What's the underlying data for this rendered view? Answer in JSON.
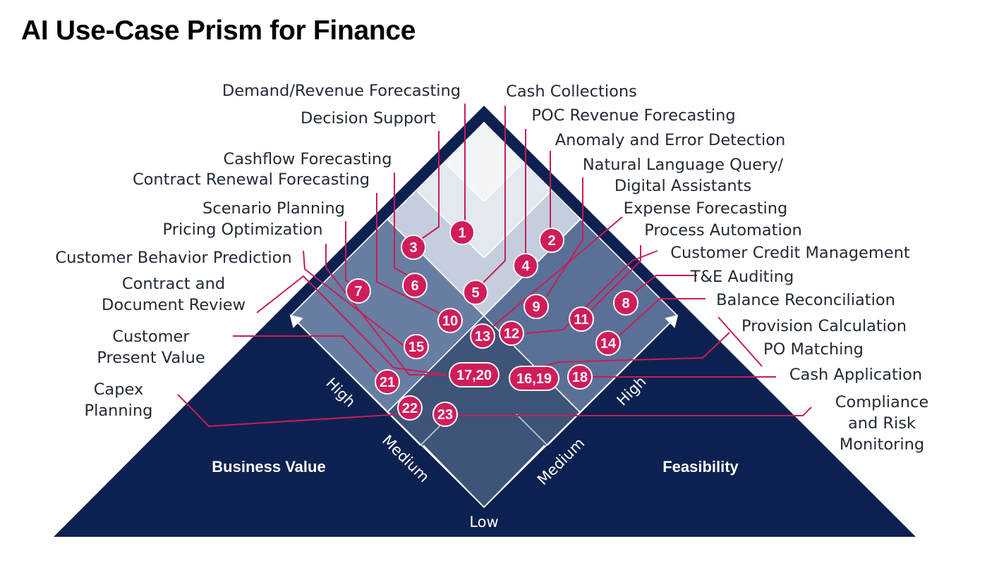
{
  "title": "AI Use-Case Prism for Finance",
  "colors": {
    "navy": "#0d2150",
    "marker": "#d11c5a",
    "leader": "#c81d56"
  },
  "axes": {
    "left_name": "Business Value",
    "right_name": "Feasibility",
    "low": "Low",
    "left_medium": "Medium",
    "left_high": "High",
    "right_medium": "Medium",
    "right_high": "High"
  },
  "use_cases": [
    {
      "id": "1",
      "marker": "1",
      "label": [
        "Demand/Revenue Forecasting"
      ]
    },
    {
      "id": "2",
      "marker": "2",
      "label": [
        "Anomaly and Error Detection"
      ]
    },
    {
      "id": "3",
      "marker": "3",
      "label": [
        "Decision Support"
      ]
    },
    {
      "id": "4",
      "marker": "4",
      "label": [
        "POC Revenue Forecasting"
      ]
    },
    {
      "id": "5",
      "marker": "5",
      "label": [
        "Cash Collections"
      ]
    },
    {
      "id": "6",
      "marker": "6",
      "label": [
        "Cashflow Forecasting"
      ]
    },
    {
      "id": "7",
      "marker": "7",
      "label": [
        "Scenario Planning"
      ]
    },
    {
      "id": "8",
      "marker": "8",
      "label": [
        "T&E Auditing"
      ]
    },
    {
      "id": "9",
      "marker": "9",
      "label": [
        "Natural Language Query/",
        "Digital Assistants"
      ]
    },
    {
      "id": "10",
      "marker": "10",
      "label": [
        "Contract Renewal Forecasting"
      ]
    },
    {
      "id": "11",
      "marker": "11",
      "label": [
        "Process Automation"
      ]
    },
    {
      "id": "12",
      "marker": "12",
      "label": [
        "Customer Credit Management"
      ]
    },
    {
      "id": "13",
      "marker": "13",
      "label": [
        "Expense Forecasting"
      ]
    },
    {
      "id": "14",
      "marker": "14",
      "label": [
        "Balance Reconciliation"
      ]
    },
    {
      "id": "15",
      "marker": "15",
      "label": [
        "Customer Behavior Prediction"
      ]
    },
    {
      "id": "16",
      "marker": "16,19",
      "label": [
        "Provision Calculation"
      ]
    },
    {
      "id": "17",
      "marker": "17,20",
      "label": [
        "Pricing Optimization"
      ]
    },
    {
      "id": "18",
      "marker": "18",
      "label": [
        "Cash Application"
      ]
    },
    {
      "id": "19",
      "marker": "",
      "label": [
        "PO Matching"
      ]
    },
    {
      "id": "20",
      "marker": "",
      "label": [
        "Contract and",
        "Document Review"
      ]
    },
    {
      "id": "21",
      "marker": "21",
      "label": [
        "Customer",
        "Present Value"
      ]
    },
    {
      "id": "22",
      "marker": "22",
      "label": [
        "Capex",
        "Planning"
      ]
    },
    {
      "id": "23",
      "marker": "23",
      "label": [
        "Compliance",
        "and Risk",
        "Monitoring"
      ]
    }
  ]
}
